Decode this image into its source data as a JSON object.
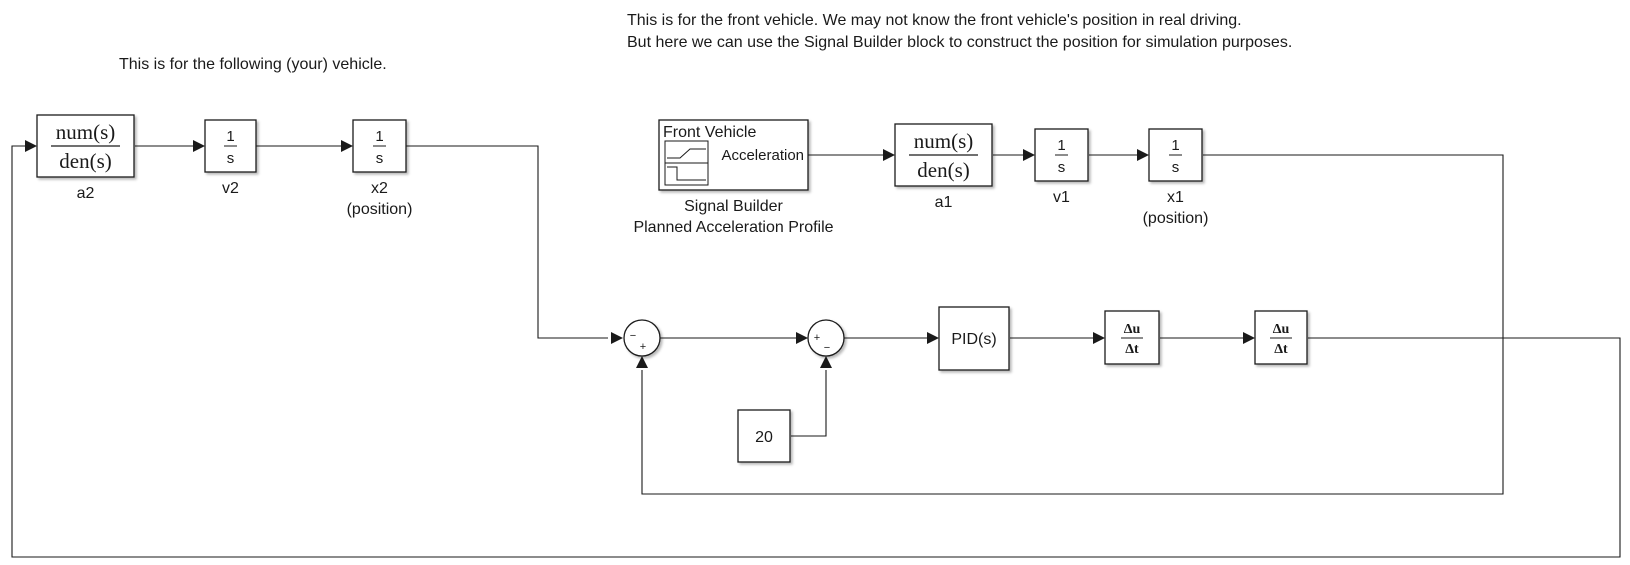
{
  "notes": {
    "follow": "This is for the following (your) vehicle.",
    "front_line1": "This is for the front vehicle. We may not know the front vehicle's position in real driving.",
    "front_line2": "But here we can use the Signal Builder block to construct the position for simulation purposes."
  },
  "blocks": {
    "tf_a2": {
      "num": "num(s)",
      "den": "den(s)",
      "label": "a2"
    },
    "int_v2": {
      "num": "1",
      "den": "s",
      "label": "v2"
    },
    "int_x2": {
      "num": "1",
      "den": "s",
      "label_line1": "x2",
      "label_line2": "(position)"
    },
    "signal_builder": {
      "title": "Front Vehicle",
      "port": "Acceleration",
      "label_line1": "Signal Builder",
      "label_line2": "Planned Acceleration Profile"
    },
    "tf_a1": {
      "num": "num(s)",
      "den": "den(s)",
      "label": "a1"
    },
    "int_v1": {
      "num": "1",
      "den": "s",
      "label": "v1"
    },
    "int_x1": {
      "num": "1",
      "den": "s",
      "label_line1": "x1",
      "label_line2": "(position)"
    },
    "sum1": {
      "sign_a": "−",
      "sign_b": "+"
    },
    "sum2": {
      "sign_a": "+",
      "sign_b": "−"
    },
    "constant": {
      "value": "20"
    },
    "pid": {
      "text": "PID(s)"
    },
    "deriv1": {
      "num": "Δu",
      "den": "Δt"
    },
    "deriv2": {
      "num": "Δu",
      "den": "Δt"
    }
  }
}
